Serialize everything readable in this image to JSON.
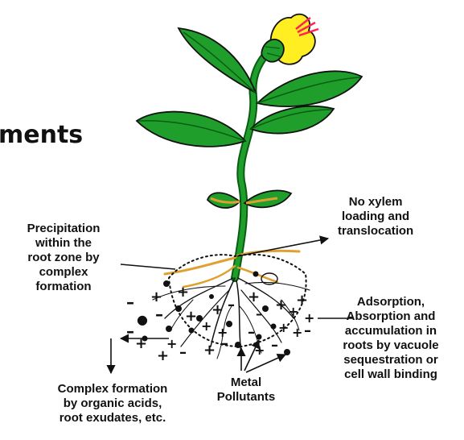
{
  "heading_fragment": "ments",
  "labels": {
    "no_xylem": "No xylem\nloading and\ntranslocation",
    "precipitation": "Precipitation\nwithin the\nroot zone by\ncomplex\nformation",
    "adsorption": "Adsorption,\nAbsorption and\naccumulation in\nroots by vacuole\nsequestration or\ncell wall binding",
    "complex_formation": "Complex formation\nby organic acids,\nroot exudates, etc.",
    "metal_pollutants": "Metal\nPollutants"
  },
  "colors": {
    "leaf": "#1f9e2b",
    "leaf_dark": "#0a5c12",
    "flower": "#ffee22",
    "flower_accent": "#ff2255",
    "root": "#e0a030",
    "outline": "#111111"
  },
  "icons": [
    "plant-illustration",
    "flower-icon",
    "root-system",
    "arrow-icon"
  ]
}
